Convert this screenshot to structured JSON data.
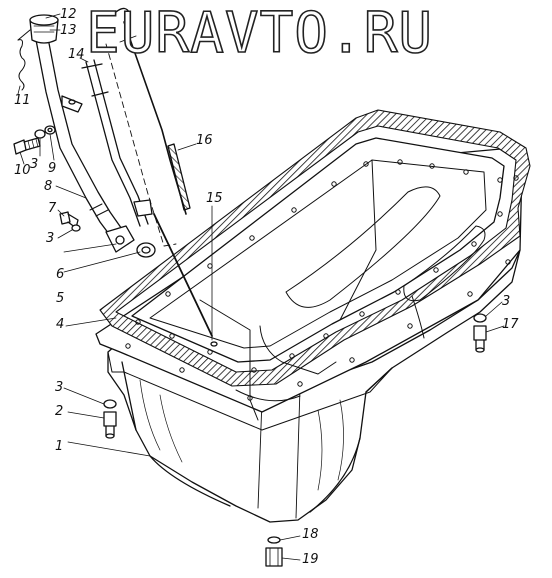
{
  "watermark": "EURAVTO.RU",
  "callouts": [
    "1",
    "2",
    "3",
    "4",
    "5",
    "6",
    "7",
    "8",
    "9",
    "10",
    "11",
    "12",
    "13",
    "14",
    "15",
    "16",
    "17",
    "18",
    "19"
  ],
  "colors": {
    "line": "#111111",
    "gasket": "#222222",
    "paper": "#ffffff"
  }
}
